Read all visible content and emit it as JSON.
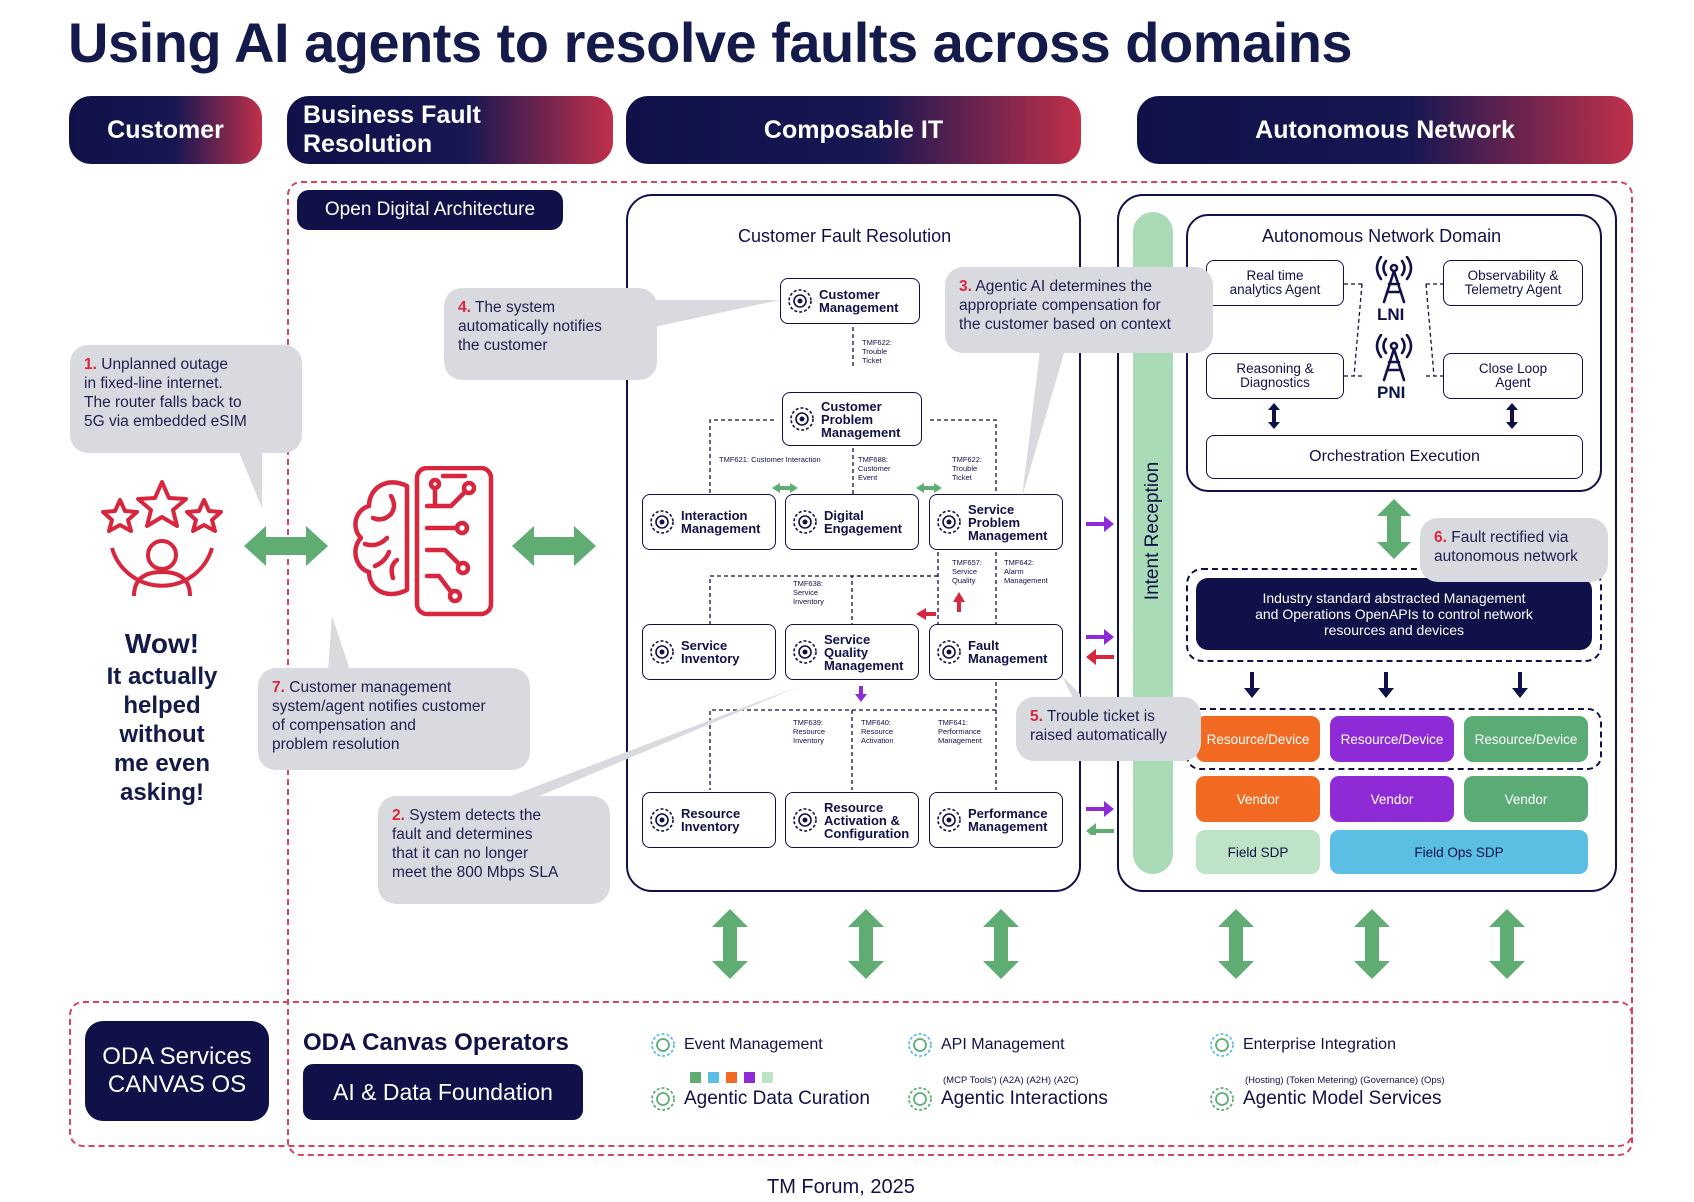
{
  "title": "Using AI agents to resolve faults across domains",
  "headers": {
    "customer": "Customer",
    "business": "Business Fault Resolution",
    "composable": "Composable IT",
    "autonomous": "Autonomous Network"
  },
  "oda_label": "Open Digital Architecture",
  "customer_panel": {
    "wow": "Wow!",
    "quote": "It actually\nhelped\nwithout\nme even\nasking!"
  },
  "bubbles": {
    "b1": {
      "num": "1.",
      "text": " Unplanned outage\nin fixed-line internet.\nThe router falls back to\n5G via embedded eSIM"
    },
    "b2": {
      "num": "2.",
      "text": " System detects the\nfault and determines\nthat it can no longer\nmeet the 800 Mbps SLA"
    },
    "b3": {
      "num": "3.",
      "text": " Agentic AI determines the\nappropriate compensation for\nthe customer based on context"
    },
    "b4": {
      "num": "4.",
      "text": " The system\nautomatically notifies\nthe customer"
    },
    "b5": {
      "num": "5.",
      "text": " Trouble ticket is\nraised automatically"
    },
    "b6": {
      "num": "6.",
      "text": " Fault rectified via\nautonomous network"
    },
    "b7": {
      "num": "7.",
      "text": " Customer management\nsystem/agent notifies customer\nof compensation and\nproblem resolution"
    }
  },
  "cfr": {
    "title": "Customer Fault Resolution",
    "components": {
      "customer_mgmt": "Customer\nManagement",
      "cust_problem_mgmt": "Customer\nProblem\nManagement",
      "interaction_mgmt": "Interaction\nManagement",
      "digital_engagement": "Digital\nEngagement",
      "service_problem_mgmt": "Service\nProblem\nManagement",
      "service_inventory": "Service\nInventory",
      "service_quality_mgmt": "Service\nQuality\nManagement",
      "fault_mgmt": "Fault\nManagement",
      "resource_inventory": "Resource\nInventory",
      "resource_activation": "Resource\nActivation &\nConfiguration",
      "performance_mgmt": "Performance\nManagement"
    },
    "tmf": {
      "t622a": "TMF622:\nTrouble\nTicket",
      "t621": "TMF621: Customer Interaction",
      "t688": "TMF688:\nCustomer\nEvent",
      "t622b": "TMF622:\nTrouble\nTicket",
      "t657": "TMF657:\nService\nQuality",
      "t642": "TMF642:\nAlarm\nManagement",
      "t638": "TMF638:\nService\nInventory",
      "t639": "TMF639:\nResource\nInventory",
      "t640": "TMF640:\nResource\nActivation",
      "t641": "TMF641:\nPerformance\nManagement"
    }
  },
  "intent": "Intent Reception",
  "an_domain": {
    "title": "Autonomous Network Domain",
    "realtime": "Real time\nanalytics Agent",
    "observability": "Observability &\nTelemetry Agent",
    "reasoning": "Reasoning &\nDiagnostics",
    "closeloop": "Close Loop\nAgent",
    "lni": "LNI",
    "pni": "PNI",
    "orchestration": "Orchestration Execution"
  },
  "industry": "Industry standard abstracted Management\nand Operations OpenAPIs to control network\nresources and devices",
  "resources": [
    "Resource/Device",
    "Resource/Device",
    "Resource/Device"
  ],
  "vendors": [
    "Vendor",
    "Vendor",
    "Vendor"
  ],
  "field_sdp": "Field SDP",
  "field_ops_sdp": "Field Ops SDP",
  "footer": {
    "oda_services": "ODA Services\nCANVAS OS",
    "canvas_operators": "ODA Canvas Operators",
    "ai_data": "AI & Data Foundation",
    "event_mgmt": "Event Management",
    "api_mgmt": "API Management",
    "enterprise": "Enterprise Integration",
    "data_curation": "Agentic Data Curation",
    "interactions_small": "(MCP Tools') (A2A) (A2H) (A2C)",
    "interactions": "Agentic Interactions",
    "model_small": "(Hosting) (Token Metering) (Governance) (Ops)",
    "model": "Agentic Model Services"
  },
  "credit": "TM Forum, 2025",
  "colors": {
    "navy": "#0f1148",
    "red": "#d7263d",
    "green": "#5fad73",
    "orange": "#f26a21",
    "purple": "#8f2bd6",
    "teal": "#5bab76",
    "light_green": "#bfe3c6",
    "light_blue": "#5bbfe3",
    "intent_green": "#a9dbb6"
  }
}
